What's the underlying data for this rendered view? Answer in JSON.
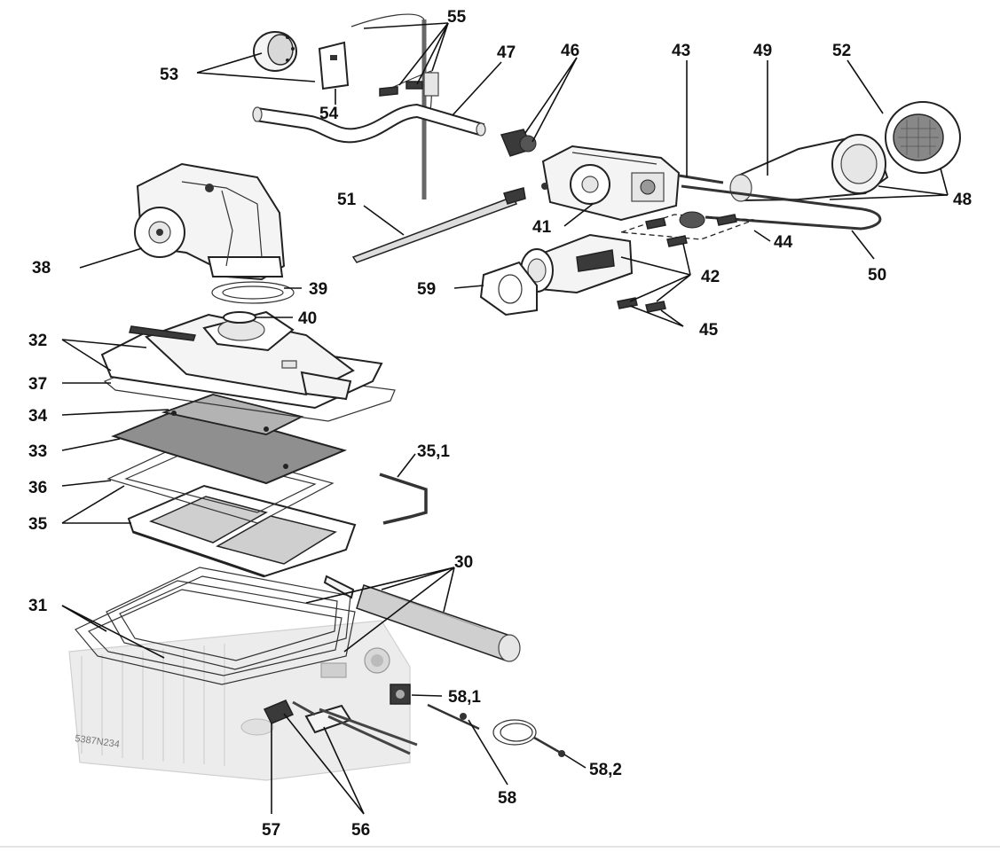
{
  "diagram": {
    "code": "5387N234",
    "labels": {
      "l30": "30",
      "l31": "31",
      "l32": "32",
      "l33": "33",
      "l34": "34",
      "l35": "35",
      "l35_1": "35,1",
      "l36": "36",
      "l37": "37",
      "l38": "38",
      "l39": "39",
      "l40": "40",
      "l41": "41",
      "l42": "42",
      "l43": "43",
      "l44": "44",
      "l45": "45",
      "l46": "46",
      "l47": "47",
      "l48": "48",
      "l49": "49",
      "l50": "50",
      "l51": "51",
      "l52": "52",
      "l53": "53",
      "l54": "54",
      "l55": "55",
      "l56": "56",
      "l57": "57",
      "l58": "58",
      "l58_1": "58,1",
      "l58_2": "58,2",
      "l59": "59"
    }
  }
}
